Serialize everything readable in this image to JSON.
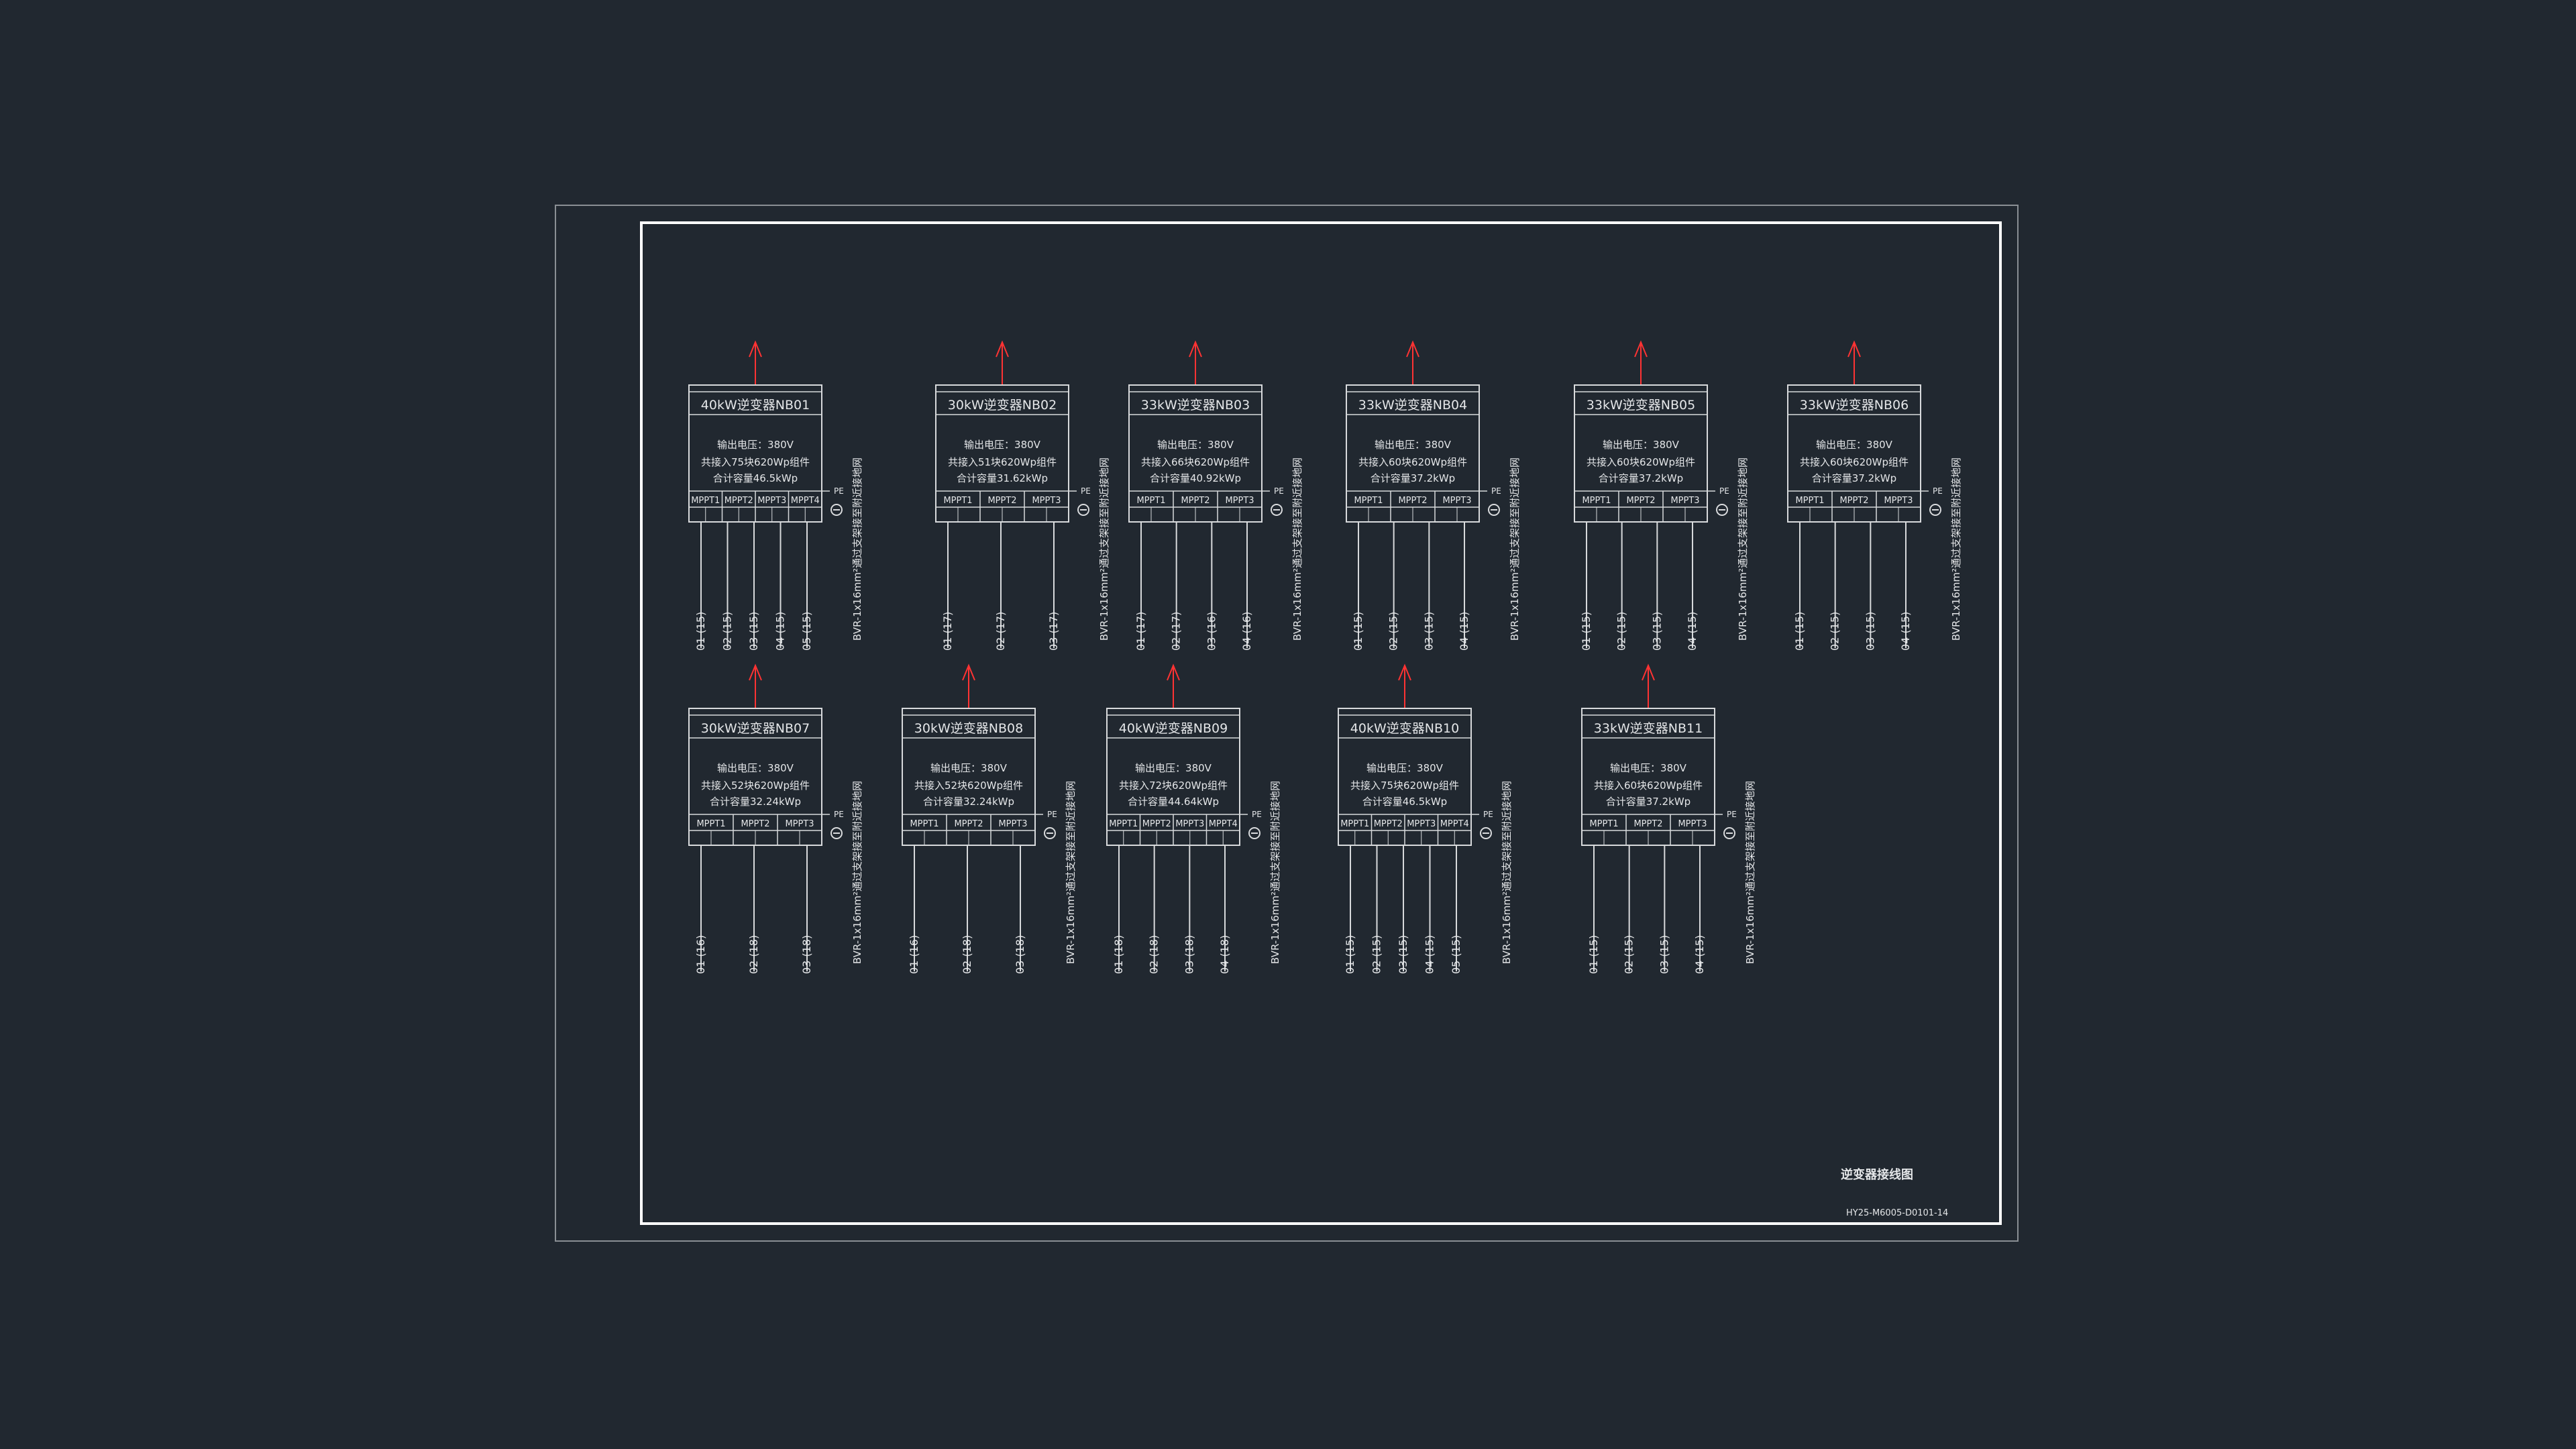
{
  "drawing": {
    "title": "逆变器接线图",
    "number": "HY25-M6005-D0101-14",
    "grounding_label": "BVR-1x16mm²通过支架接至附近接地网",
    "pe_label": "PE",
    "output_voltage": "输出电压：380V",
    "colors": {
      "background": "#212830",
      "line": "#d8dadc",
      "arrow": "#ff3333",
      "frame": "#ffffff"
    }
  },
  "inverters": [
    {
      "name": "40kW逆变器NB01",
      "modules": "共接入75块620Wp组件",
      "capacity": "合计容量46.5kWp",
      "mppts": [
        "MPPT1",
        "MPPT2",
        "MPPT3",
        "MPPT4"
      ],
      "strings": [
        "01 (15)",
        "02 (15)",
        "03 (15)",
        "04 (15)",
        "05 (15)"
      ]
    },
    {
      "name": "30kW逆变器NB02",
      "modules": "共接入51块620Wp组件",
      "capacity": "合计容量31.62kWp",
      "mppts": [
        "MPPT1",
        "MPPT2",
        "MPPT3"
      ],
      "strings": [
        "01 (17)",
        "02 (17)",
        "03 (17)"
      ]
    },
    {
      "name": "33kW逆变器NB03",
      "modules": "共接入66块620Wp组件",
      "capacity": "合计容量40.92kWp",
      "mppts": [
        "MPPT1",
        "MPPT2",
        "MPPT3"
      ],
      "strings": [
        "01 (17)",
        "02 (17)",
        "03 (16)",
        "04 (16)"
      ]
    },
    {
      "name": "33kW逆变器NB04",
      "modules": "共接入60块620Wp组件",
      "capacity": "合计容量37.2kWp",
      "mppts": [
        "MPPT1",
        "MPPT2",
        "MPPT3"
      ],
      "strings": [
        "01 (15)",
        "02 (15)",
        "03 (15)",
        "04 (15)"
      ]
    },
    {
      "name": "33kW逆变器NB05",
      "modules": "共接入60块620Wp组件",
      "capacity": "合计容量37.2kWp",
      "mppts": [
        "MPPT1",
        "MPPT2",
        "MPPT3"
      ],
      "strings": [
        "01 (15)",
        "02 (15)",
        "03 (15)",
        "04 (15)"
      ]
    },
    {
      "name": "33kW逆变器NB06",
      "modules": "共接入60块620Wp组件",
      "capacity": "合计容量37.2kWp",
      "mppts": [
        "MPPT1",
        "MPPT2",
        "MPPT3"
      ],
      "strings": [
        "01 (15)",
        "02 (15)",
        "03 (15)",
        "04 (15)"
      ]
    },
    {
      "name": "30kW逆变器NB07",
      "modules": "共接入52块620Wp组件",
      "capacity": "合计容量32.24kWp",
      "mppts": [
        "MPPT1",
        "MPPT2",
        "MPPT3"
      ],
      "strings": [
        "01 (16)",
        "02 (18)",
        "03 (18)"
      ]
    },
    {
      "name": "30kW逆变器NB08",
      "modules": "共接入52块620Wp组件",
      "capacity": "合计容量32.24kWp",
      "mppts": [
        "MPPT1",
        "MPPT2",
        "MPPT3"
      ],
      "strings": [
        "01 (16)",
        "02 (18)",
        "03 (18)"
      ]
    },
    {
      "name": "40kW逆变器NB09",
      "modules": "共接入72块620Wp组件",
      "capacity": "合计容量44.64kWp",
      "mppts": [
        "MPPT1",
        "MPPT2",
        "MPPT3",
        "MPPT4"
      ],
      "strings": [
        "01 (18)",
        "02 (18)",
        "03 (18)",
        "04 (18)"
      ]
    },
    {
      "name": "40kW逆变器NB10",
      "modules": "共接入75块620Wp组件",
      "capacity": "合计容量46.5kWp",
      "mppts": [
        "MPPT1",
        "MPPT2",
        "MPPT3",
        "MPPT4"
      ],
      "strings": [
        "01 (15)",
        "02 (15)",
        "03 (15)",
        "04 (15)",
        "05 (15)"
      ]
    },
    {
      "name": "33kW逆变器NB11",
      "modules": "共接入60块620Wp组件",
      "capacity": "合计容量37.2kWp",
      "mppts": [
        "MPPT1",
        "MPPT2",
        "MPPT3"
      ],
      "strings": [
        "01 (15)",
        "02 (15)",
        "03 (15)",
        "04 (15)"
      ]
    }
  ]
}
